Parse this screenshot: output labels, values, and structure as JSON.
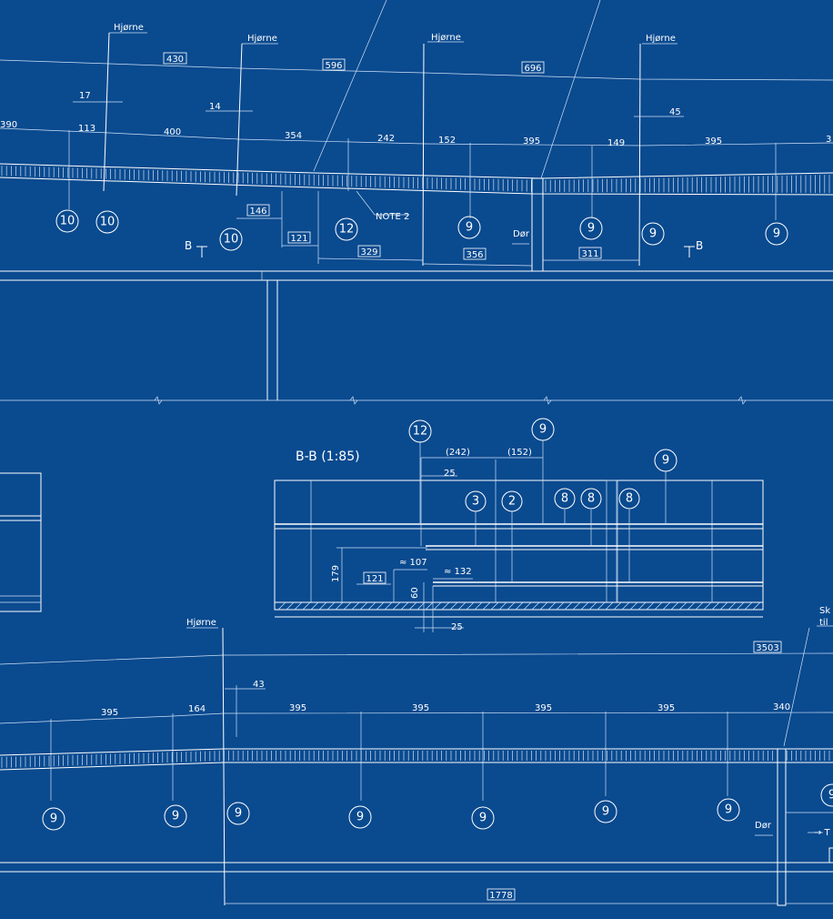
{
  "colors": {
    "background": "#0a4a8f",
    "line": "#ffffff"
  },
  "labels": {
    "corner": "Hjørne",
    "door": "Dør",
    "note2": "NOTE 2",
    "section_marker": "B",
    "section_title": "B-B (1:85)",
    "approx107": "≈ 107",
    "approx132": "≈ 132",
    "partial_right_1": "Sk",
    "partial_right_2": "til",
    "partial_right_3": "→ T"
  },
  "top": {
    "boxed_dims": [
      "430",
      "596",
      "696",
      "146",
      "121",
      "329",
      "356",
      "311"
    ],
    "dims": [
      "390",
      "17",
      "113",
      "400",
      "14",
      "354",
      "242",
      "152",
      "395",
      "149",
      "45",
      "395",
      "3"
    ],
    "markers": [
      "10",
      "10",
      "10",
      "12",
      "9",
      "9",
      "9",
      "9"
    ]
  },
  "section": {
    "dims": [
      "(242)",
      "(152)",
      "25",
      "179",
      "121",
      "60",
      "25"
    ],
    "markers": [
      "12",
      "9",
      "9",
      "3",
      "2",
      "8",
      "8",
      "8"
    ]
  },
  "bottom": {
    "boxed_dims": [
      "3503",
      "1778"
    ],
    "dims": [
      "43",
      "395",
      "164",
      "395",
      "395",
      "395",
      "395",
      "340"
    ],
    "markers": [
      "9",
      "9",
      "9",
      "9",
      "9",
      "9",
      "9",
      "9"
    ]
  }
}
